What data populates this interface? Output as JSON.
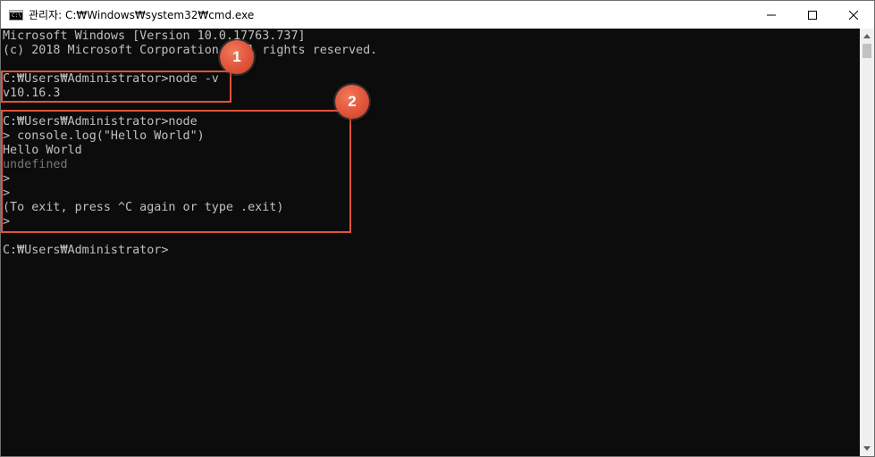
{
  "window": {
    "title": "관리자: C:₩Windows₩system32₩cmd.exe",
    "app_icon_text": "C:\\",
    "icons": {
      "app": "cmd-icon",
      "minimize": "minimize-icon",
      "maximize": "maximize-icon",
      "close": "close-icon"
    }
  },
  "console": {
    "lines": [
      "Microsoft Windows [Version 10.0.17763.737]",
      "(c) 2018 Microsoft Corporation. All rights reserved.",
      "",
      "C:₩Users₩Administrator>node -v",
      "v10.16.3",
      "",
      "C:₩Users₩Administrator>node",
      "> console.log(\"Hello World\")",
      "Hello World",
      "undefined",
      ">",
      ">",
      "(To exit, press ^C again or type .exit)",
      ">",
      "",
      "C:₩Users₩Administrator>"
    ],
    "colors": {
      "background": "#0c0c0c",
      "text": "#c0c0c0",
      "dim_text": "#767676"
    }
  },
  "annotations": [
    {
      "label": "1",
      "color": "#e2533d"
    },
    {
      "label": "2",
      "color": "#e2533d"
    }
  ],
  "scrollbar": {
    "icons": {
      "up": "scroll-up-arrow-icon",
      "down": "scroll-down-arrow-icon"
    }
  }
}
